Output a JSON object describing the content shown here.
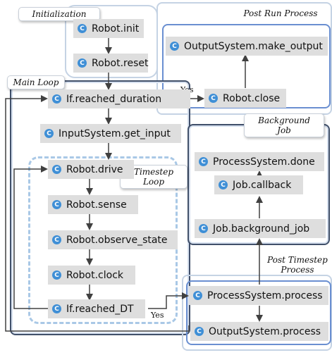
{
  "regions": {
    "initialization": "Initialization",
    "post_run": "Post Run Process",
    "main_loop": "Main Loop",
    "timestep_loop": "Timestep\nLoop",
    "background_job": "Background\nJob",
    "post_timestep": "Post Timestep\nProcess"
  },
  "nodes": {
    "robot_init": "Robot.init",
    "robot_reset": "Robot.reset",
    "reached_duration": "If.reached_duration",
    "get_input": "InputSystem.get_input",
    "robot_drive": "Robot.drive",
    "robot_sense": "Robot.sense",
    "observe_state": "Robot.observe_state",
    "robot_clock": "Robot.clock",
    "reached_dt": "If.reached_DT",
    "make_output": "OutputSystem.make_output",
    "robot_close": "Robot.close",
    "process_done": "ProcessSystem.done",
    "job_callback": "Job.callback",
    "background_job": "Job.background_job",
    "process_process": "ProcessSystem.process",
    "output_process": "OutputSystem.process"
  },
  "edge_labels": {
    "yes_duration": "Yes",
    "yes_dt": "Yes"
  },
  "class_icon_glyph": "C",
  "colors": {
    "node_fill": "#dedede",
    "class_icon": "#3f8fd6",
    "arrow": "#404040"
  }
}
